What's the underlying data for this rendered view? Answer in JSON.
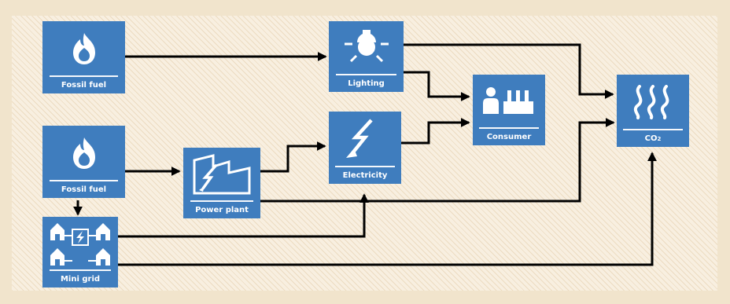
{
  "colors": {
    "box": "#3f7dbe",
    "arrow": "#000000",
    "background": "#f1e4cc",
    "panel": "#f8efe0"
  },
  "nodes": {
    "fossil_fuel_top": {
      "label": "Fossil fuel",
      "icon": "flame-icon"
    },
    "fossil_fuel_bottom": {
      "label": "Fossil fuel",
      "icon": "flame-icon"
    },
    "mini_grid": {
      "label": "Mini grid",
      "icon": "mini-grid-houses-icon"
    },
    "power_plant": {
      "label": "Power plant",
      "icon": "power-plant-icon"
    },
    "lighting": {
      "label": "Lighting",
      "icon": "light-bulb-icon"
    },
    "electricity": {
      "label": "Electricity",
      "icon": "lightning-bolt-icon"
    },
    "consumer": {
      "label": "Consumer",
      "icon": "consumer-factory-icon"
    },
    "co2": {
      "label": "CO",
      "label_sub": "2",
      "icon": "emission-waves-icon"
    }
  },
  "edges": [
    {
      "from": "Fossil fuel",
      "to": "Lighting"
    },
    {
      "from": "Fossil fuel",
      "to": "Power plant"
    },
    {
      "from": "Fossil fuel",
      "to": "Mini grid"
    },
    {
      "from": "Power plant",
      "to": "Electricity"
    },
    {
      "from": "Power plant",
      "to": "CO2"
    },
    {
      "from": "Mini grid",
      "to": "Electricity"
    },
    {
      "from": "Mini grid",
      "to": "CO2"
    },
    {
      "from": "Lighting",
      "to": "Consumer"
    },
    {
      "from": "Lighting",
      "to": "CO2"
    },
    {
      "from": "Electricity",
      "to": "Consumer"
    }
  ]
}
